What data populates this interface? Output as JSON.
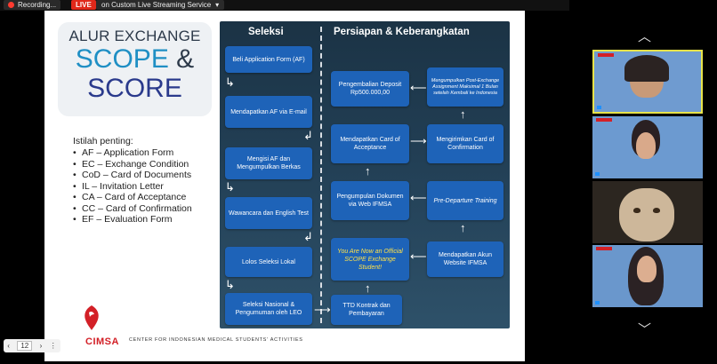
{
  "topbar": {
    "recording_label": "Recording...",
    "live_label": "LIVE",
    "stream_label": "on Custom Live Streaming Service"
  },
  "slide": {
    "title_line1": "ALUR EXCHANGE",
    "title_scope": "SCOPE",
    "title_amp": "&",
    "title_score": "SCORE",
    "istilah_heading": "Istilah penting:",
    "istilah": [
      "AF – Application Form",
      "EC – Exchange Condition",
      "CoD – Card of Documents",
      "IL – Invitation Letter",
      "CA – Card of Acceptance",
      "CC – Card of Confirmation",
      "EF – Evaluation Form"
    ],
    "logo_text": "CIMSA",
    "footer_text": "CENTER FOR INDONESIAN MEDICAL STUDENTS' ACTIVITIES",
    "flow": {
      "col1_title": "Seleksi",
      "col2_title": "Persiapan & Keberangkatan",
      "col1": [
        "Beli Application Form (AF)",
        "Mendapatkan AF via E-mail",
        "Mengisi AF dan Mengumpulkan Berkas",
        "Wawancara dan English Test",
        "Lolos Seleksi Lokal",
        "Seleksi Nasional & Pengumuman oleh LEO"
      ],
      "pengembalian": "Pengembalian Deposit Rp500.000,00",
      "mengumpulkan": "Mengumpulkan Post-Exchange Assignment Maksimal 1 Bulan setelah Kembali ke Indonesia",
      "card_acceptance": "Mendapatkan Card of Acceptance",
      "card_confirmation": "Mengirimkan Card of Confirmation",
      "pengumpulan": "Pengumpulan Dokumen via Web IFMSA",
      "pre_departure": "Pre-Departure Training",
      "official": "You Are Now an Official SCOPE Exchange Student!",
      "akun": "Mendapatkan Akun Website IFMSA",
      "ttd": "TTD Kontrak dan Pembayaran"
    }
  },
  "pager": {
    "prev": "‹",
    "page": "12",
    "next": "›",
    "more": "⋮"
  },
  "participants": {
    "up": "︿",
    "down": "﹀"
  }
}
